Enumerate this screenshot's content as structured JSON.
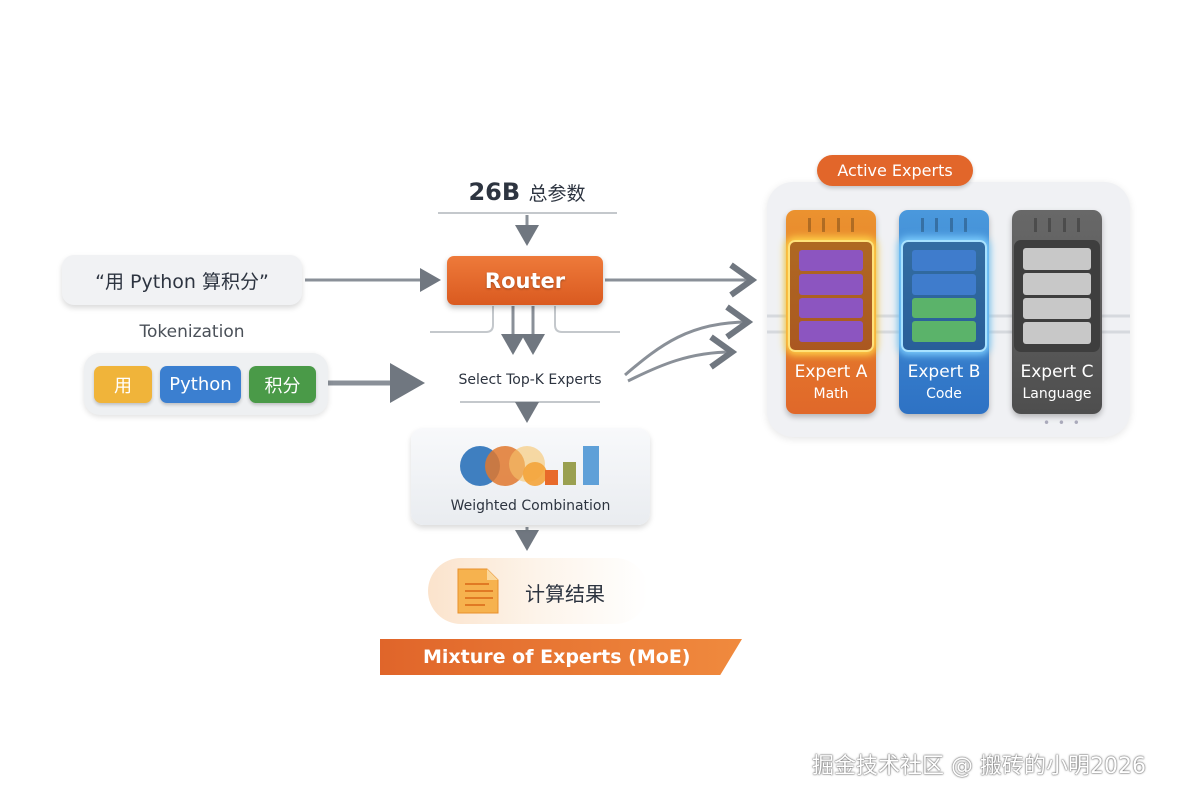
{
  "input": {
    "query": "“用 Python 算积分”"
  },
  "tokenization": {
    "label": "Tokenization",
    "tokens": [
      {
        "text": "用",
        "color": "#f0b43a"
      },
      {
        "text": "Python",
        "color": "#3b7fd0"
      },
      {
        "text": "积分",
        "color": "#4a9a48"
      }
    ]
  },
  "params": {
    "value": "26B",
    "label": "总参数"
  },
  "router": {
    "label": "Router",
    "color": "#e4672a"
  },
  "select": {
    "label": "Select Top-K Experts"
  },
  "combination": {
    "label": "Weighted Combination"
  },
  "result": {
    "label": "计算结果"
  },
  "banner": {
    "label": "Mixture of Experts (MoE)"
  },
  "experts_panel": {
    "title": "Active Experts",
    "experts": [
      {
        "name": "Expert A",
        "domain": "Math",
        "color": "#e47a2c",
        "active": true
      },
      {
        "name": "Expert B",
        "domain": "Code",
        "color": "#3a86d4",
        "active": true
      },
      {
        "name": "Expert C",
        "domain": "Language",
        "color": "#5d5d5d",
        "active": false
      }
    ],
    "more": "• • •"
  },
  "watermark": "掘金技术社区 @ 搬砖的小明2026"
}
